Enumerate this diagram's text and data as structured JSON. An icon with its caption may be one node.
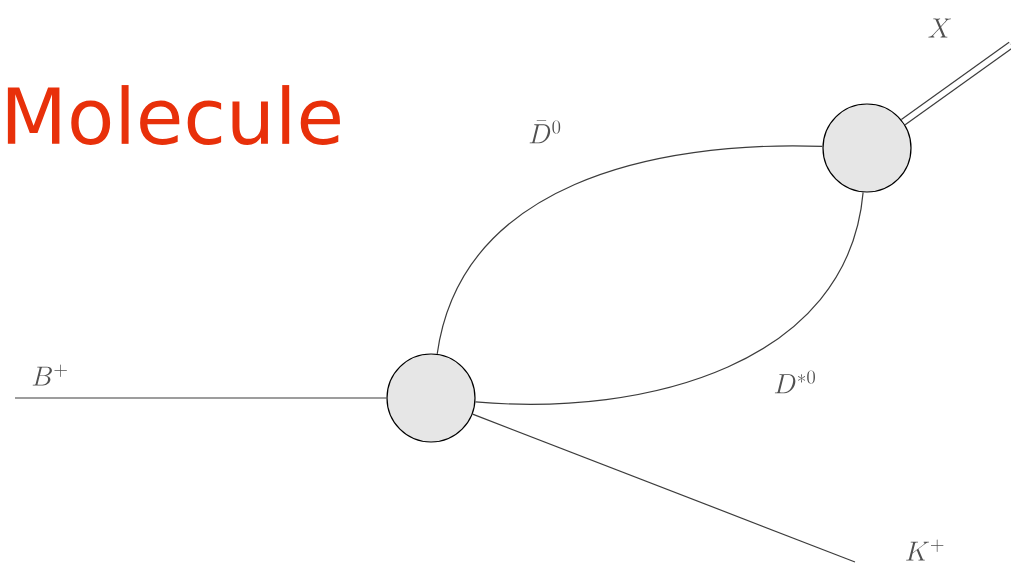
{
  "diagram": {
    "title": "Molecule",
    "nodes": [
      {
        "text": [],
        "shape": "circle"
      },
      {
        "text": [],
        "shape": "circle"
      }
    ],
    "edges": [
      {
        "from": null,
        "to": 0,
        "arrow": "none",
        "label": "B^+"
      },
      {
        "from": 0,
        "to": null,
        "arrow": "none",
        "label": "K^+"
      },
      {
        "from": 0,
        "to": 1,
        "arrow": "none",
        "label": "\\bar{D}^0"
      },
      {
        "from": 0,
        "to": 1,
        "arrow": "none",
        "label": "D^{*0}"
      },
      {
        "from": 1,
        "to": null,
        "arrow": "none",
        "label": "X",
        "style": "thick"
      }
    ]
  }
}
